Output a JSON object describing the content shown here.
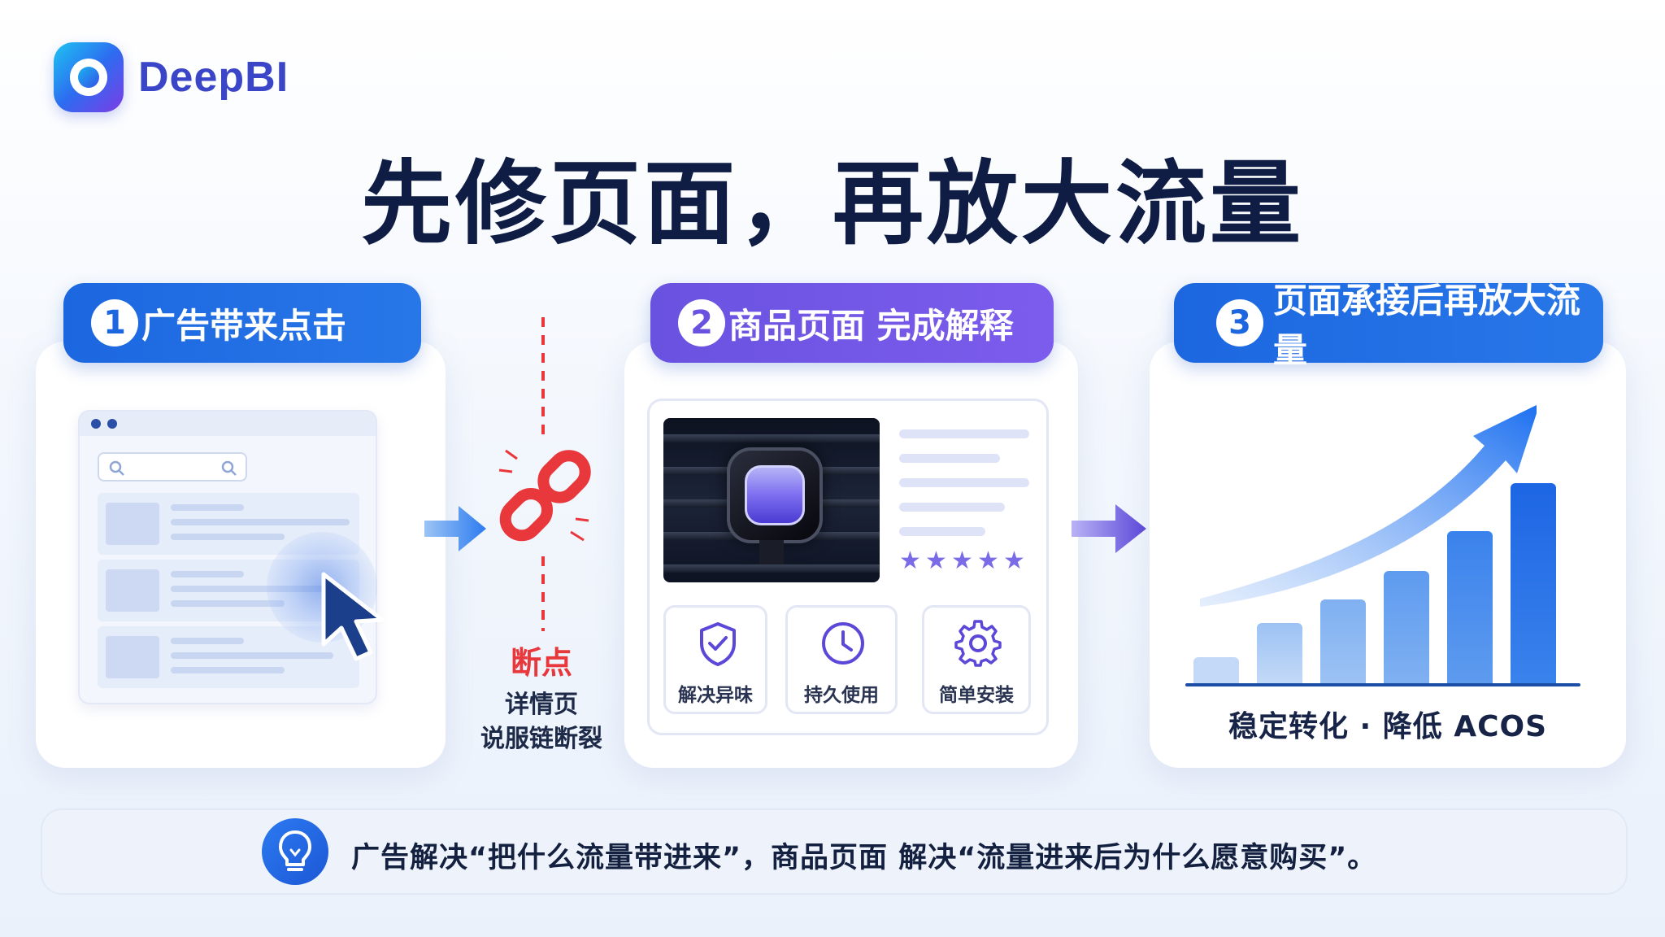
{
  "brand": {
    "name": "DeepBI"
  },
  "title": "先修页面，再放大流量",
  "steps": [
    {
      "number": "1",
      "label": "广告带来点击"
    },
    {
      "number": "2",
      "label": "商品页面 完成解释"
    },
    {
      "number": "3",
      "label": "页面承接后再放大流量"
    }
  ],
  "breakpoint": {
    "title": "断点",
    "lines": [
      "详情页",
      "说服链断裂"
    ]
  },
  "product": {
    "rating_stars": 5,
    "features": [
      {
        "icon": "shield-check-icon",
        "label": "解决异味"
      },
      {
        "icon": "clock-icon",
        "label": "持久使用"
      },
      {
        "icon": "gear-icon",
        "label": "简单安装"
      }
    ]
  },
  "growth": {
    "caption": "稳定转化 · 降低 ACOS",
    "bar_levels": [
      0.13,
      0.3,
      0.42,
      0.56,
      0.76,
      1.0
    ]
  },
  "footer": {
    "text": "广告解决“把什么流量带进来”，商品页面 解决“流量进来后为什么愿意购买”。"
  },
  "colors": {
    "primary": "#1c67e0",
    "violet": "#6a52e0",
    "break_red": "#e8383c",
    "title": "#0f1d45"
  }
}
